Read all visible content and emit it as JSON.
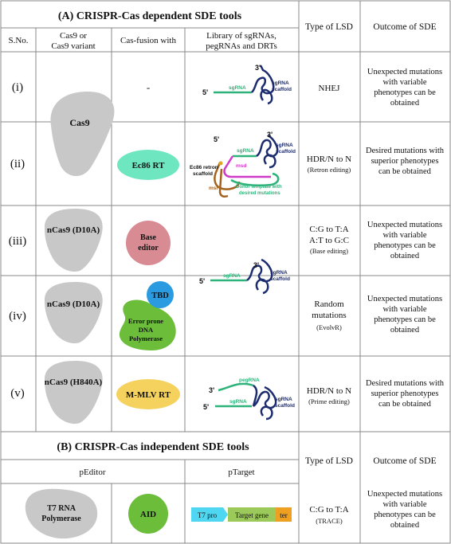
{
  "section_a": {
    "title": "(A) CRISPR-Cas dependent SDE tools",
    "headers": {
      "sno": "S.No.",
      "cas9_line1": "Cas9 or",
      "cas9_line2": "Cas9 variant",
      "fusion": "Cas-fusion with",
      "library_line1": "Library of sgRNAs,",
      "library_line2": "pegRNAs and DRTs",
      "lsd": "Type of LSD",
      "outcome": "Outcome of SDE"
    },
    "rows": [
      {
        "sno": "(i)",
        "fusion": "-",
        "lsd": [
          "NHEJ"
        ],
        "outcome": [
          "Unexpected mutations",
          "with variable",
          "phenotypes can be",
          "obtained"
        ]
      },
      {
        "sno": "(ii)",
        "cas": "Cas9",
        "fusion": "Ec86 RT",
        "lsd": [
          "HDR/N to N",
          "(Retron editing)"
        ],
        "outcome": [
          "Desired mutations with",
          "superior phenotypes",
          "can be obtained"
        ]
      },
      {
        "sno": "(iii)",
        "cas": "nCas9 (D10A)",
        "fusion_line1": "Base",
        "fusion_line2": "editor",
        "lsd": [
          "C:G to T:A",
          "A:T to G:C",
          "(Base editing)"
        ],
        "outcome": [
          "Unexpected mutations",
          "with variable",
          "phenotypes can be",
          "obtained"
        ]
      },
      {
        "sno": "(iv)",
        "cas": "nCas9 (D10A)",
        "fusion_tag": "TBD",
        "fusion_line1": "Error prone",
        "fusion_line2": "DNA",
        "fusion_line3": "Polymerase",
        "lsd": [
          "Random",
          "mutations",
          "(EvolvR)"
        ],
        "outcome": [
          "Unexpected mutations",
          "with variable",
          "phenotypes can be",
          "obtained"
        ]
      },
      {
        "sno": "(v)",
        "cas": "nCas9 (H840A)",
        "fusion": "M-MLV RT",
        "lsd": [
          "HDR/N to N",
          "(Prime editing)"
        ],
        "outcome": [
          "Desired mutations with",
          "superior phenotypes",
          "can be obtained"
        ]
      }
    ],
    "diagrams": {
      "five_prime": "5'",
      "three_prime": "3'",
      "sgrna": "sgRNA",
      "scaffold_line1": "sgRNA",
      "scaffold_line2": "scaffold",
      "retron_line1": "Ec86 retron",
      "retron_line2": "scaffold",
      "msd": "msd",
      "msr": "msr",
      "donor_line1": "Donor template with",
      "donor_line2": "desired mutations",
      "pegrna": "pegRNA"
    }
  },
  "section_b": {
    "title": "(B) CRISPR-Cas independent SDE tools",
    "lsd_header": "Type of LSD",
    "outcome_header": "Outcome of SDE",
    "peditor": "pEditor",
    "ptarget": "pTarget",
    "t7_line1": "T7 RNA",
    "t7_line2": "Polymerase",
    "aid": "AID",
    "t7pro": "T7 pro",
    "target_gene": "Target gene",
    "ter": "ter",
    "lsd": [
      "C:G to T:A",
      "(TRACE)"
    ],
    "outcome": [
      "Unexpected mutations",
      "with variable",
      "phenotypes can be",
      "obtained"
    ]
  },
  "colors": {
    "border": "#888888",
    "cas_gray": "#c8c8c8",
    "sgrna_green": "#2db37a",
    "scaffold_navy": "#1c2c6e",
    "ec86_teal": "#6ee6c0",
    "base_editor_pink": "#d98b94",
    "tbd_blue": "#2a9be0",
    "polymerase_green": "#6bbd3a",
    "mmlv_yellow": "#f5d25e",
    "msd_magenta": "#d13ac8",
    "msr_brown": "#a4621e",
    "retron_gold": "#d9a52a",
    "t7pro_cyan": "#4fd6f0",
    "target_green": "#9bc95a",
    "ter_orange": "#f0a020"
  }
}
